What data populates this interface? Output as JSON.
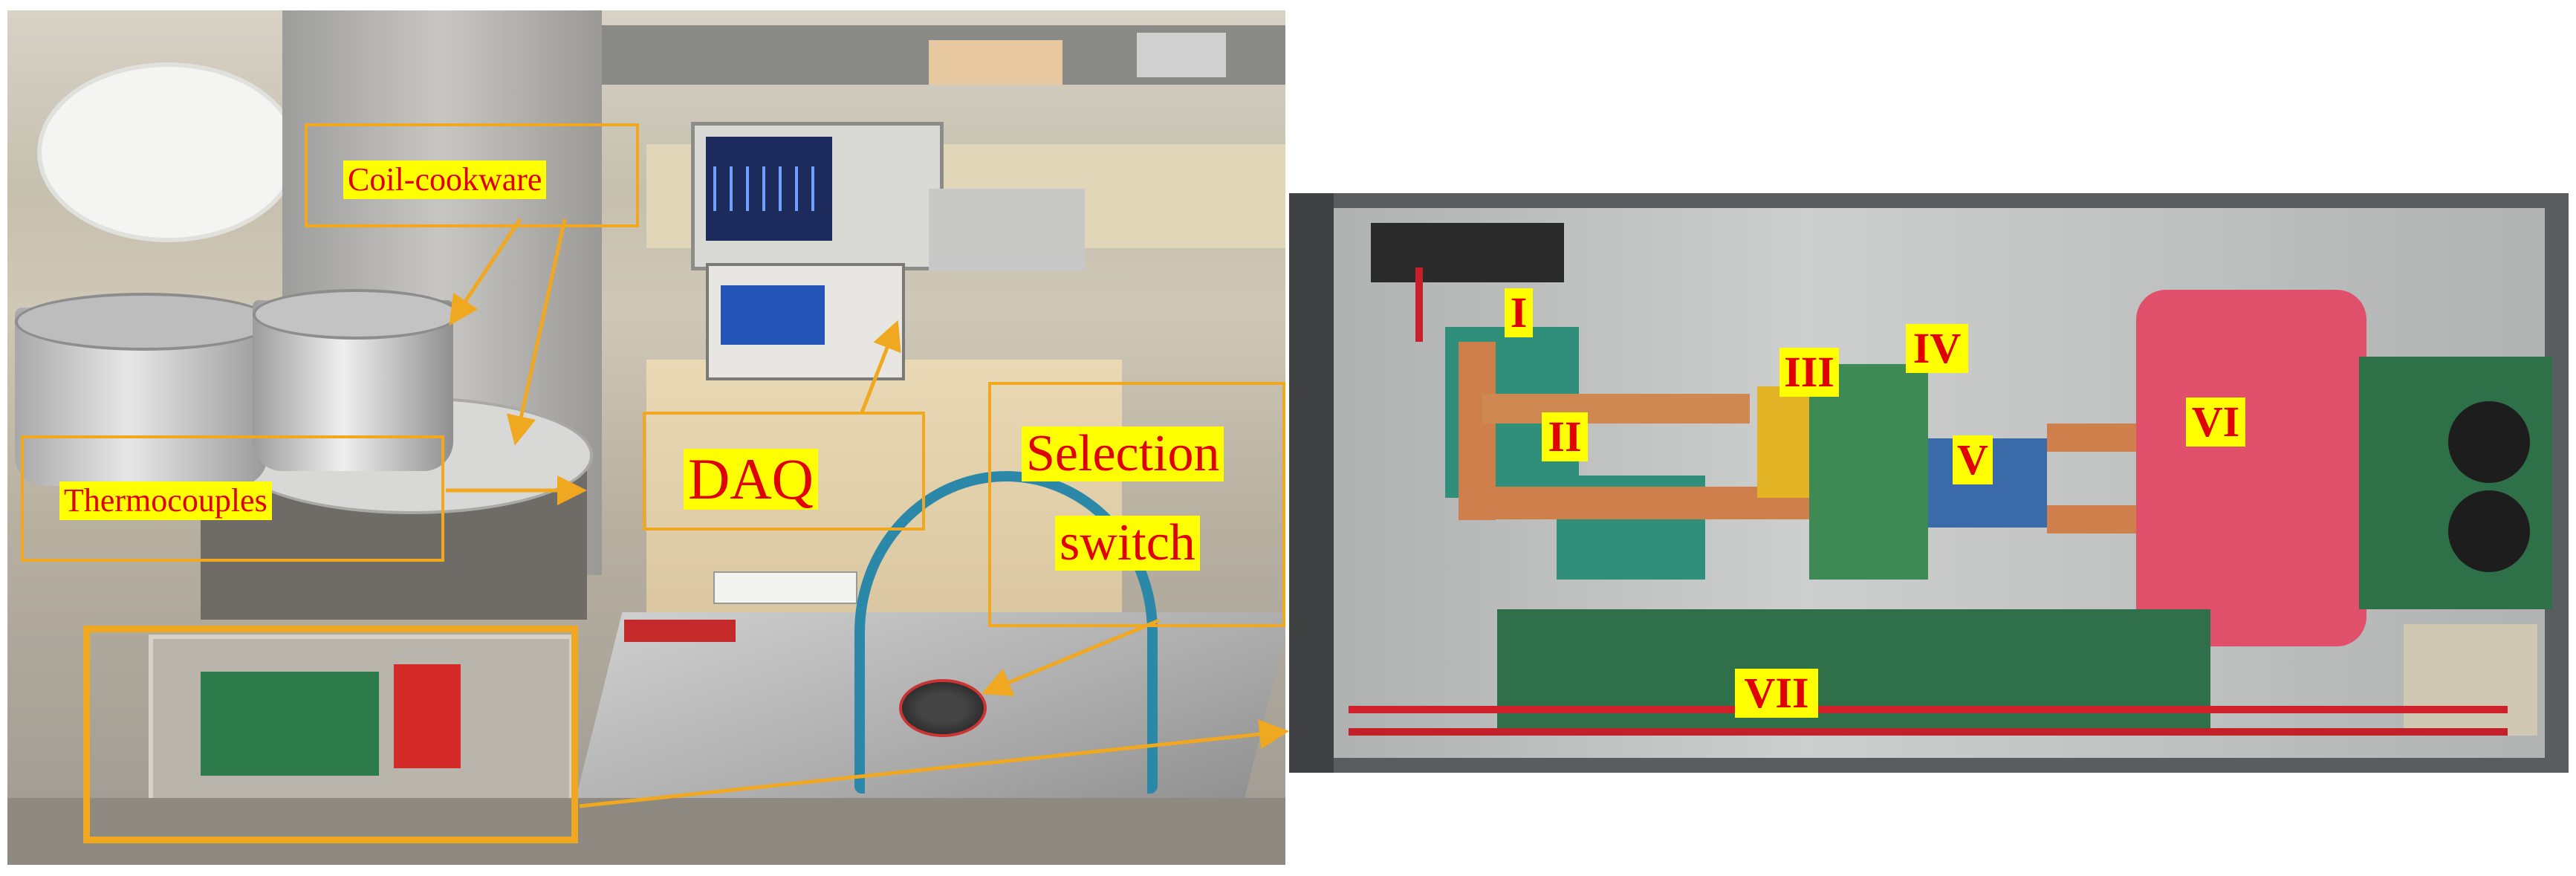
{
  "labels": {
    "coil_cookware": "Coil-cookware",
    "thermocouples": "Thermocouples",
    "daq": "DAQ",
    "selection": "Selection",
    "switch": "switch"
  },
  "components": {
    "i": "I",
    "ii": "II",
    "iii": "III",
    "iv": "IV",
    "v": "V",
    "vi": "VI",
    "vii": "VII"
  },
  "colors": {
    "label_background": "#ffff00",
    "label_text": "#e00000",
    "callout_frame": "#f0a820"
  }
}
